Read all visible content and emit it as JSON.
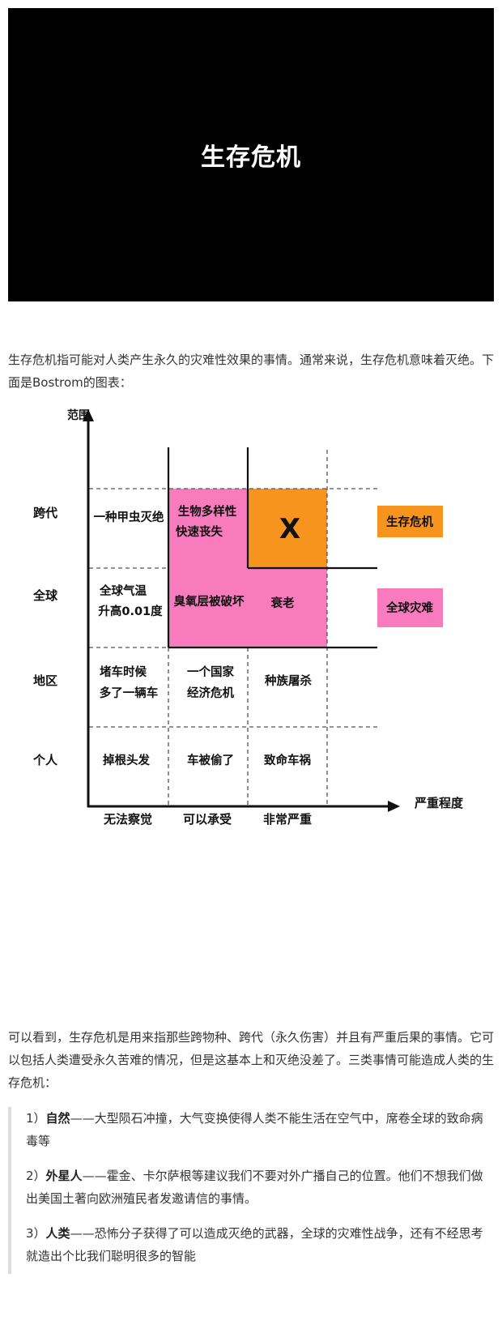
{
  "banner": {
    "title": "生存危机"
  },
  "intro": "生存危机指可能对人类产生永久的灾难性效果的事情。通常来说，生存危机意味着灭绝。下面是Bostrom的图表：",
  "chart": {
    "y_axis_label": "范围",
    "x_axis_label": "严重程度",
    "rows": [
      "跨代",
      "全球",
      "地区",
      "个人"
    ],
    "cols": [
      "无法察觉",
      "可以承受",
      "非常严重"
    ],
    "cells": {
      "r0c0": "一种甲虫灭绝",
      "r0c1_l1": "生物多样性",
      "r0c1_l2": "快速丧失",
      "r0c2": "X",
      "r1c0_l1": "全球气温",
      "r1c0_l2": "升高0.01度",
      "r1c1": "臭氧层被破坏",
      "r1c2": "衰老",
      "r2c0_l1": "堵车时候",
      "r2c0_l2": "多了一辆车",
      "r2c1_l1": "一个国家",
      "r2c1_l2": "经济危机",
      "r2c2": "种族屠杀",
      "r3c0": "掉根头发",
      "r3c1": "车被偷了",
      "r3c2": "致命车祸"
    },
    "legend": [
      "生存危机",
      "全球灾难"
    ],
    "colors": {
      "existential": "#f7941d",
      "global": "#f77bbd",
      "axis": "#111111",
      "grid": "#555555"
    }
  },
  "para2": "可以看到，生存危机是用来指那些跨物种、跨代（永久伤害）并且有严重后果的事情。它可以包括人类遭受永久苦难的情况，但是这基本上和灭绝没差了。三类事情可能造成人类的生存危机：",
  "list": [
    {
      "prefix": "1）",
      "term": "自然",
      "text": "——大型陨石冲撞，大气变换使得人类不能生活在空气中，席卷全球的致命病毒等"
    },
    {
      "prefix": "2）",
      "term": "外星人",
      "text": "——霍金、卡尔萨根等建议我们不要对外广播自己的位置。他们不想我们做出美国土著向欧洲殖民者发邀请信的事情。"
    },
    {
      "prefix": "3）",
      "term": "人类",
      "text": "——恐怖分子获得了可以造成灭绝的武器，全球的灾难性战争，还有不经思考就造出个比我们聪明很多的智能"
    }
  ]
}
